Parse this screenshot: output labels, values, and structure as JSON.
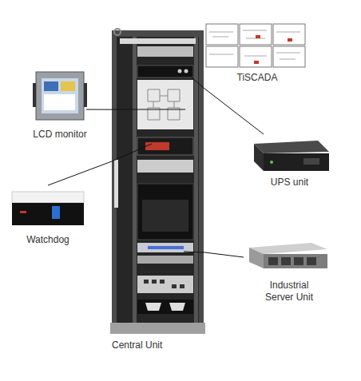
{
  "diagram": {
    "nodes": [
      {
        "text": [
          "TiSCADA"
        ]
      },
      {
        "text": [
          "LCD monitor"
        ]
      },
      {
        "text": [
          "UPS unit"
        ]
      },
      {
        "text": [
          "Watchdog"
        ]
      },
      {
        "text": [
          "Industrial Server Unit"
        ]
      },
      {
        "text": [
          "Central Unit"
        ]
      }
    ],
    "edges": [
      {
        "from": 1,
        "to": 5,
        "arrow": "none"
      },
      {
        "from": 2,
        "to": 5,
        "arrow": "none"
      },
      {
        "from": 3,
        "to": 5,
        "arrow": "none"
      },
      {
        "from": 4,
        "to": 5,
        "arrow": "none"
      }
    ]
  }
}
